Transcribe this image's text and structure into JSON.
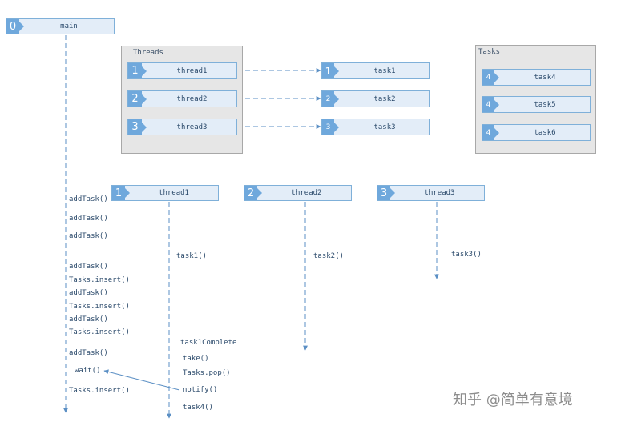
{
  "main": {
    "num": "0",
    "label": "main"
  },
  "threads_group": {
    "title": "Threads",
    "items": [
      {
        "num": "1",
        "label": "thread1"
      },
      {
        "num": "2",
        "label": "thread2"
      },
      {
        "num": "3",
        "label": "thread3"
      }
    ]
  },
  "assigned_tasks": [
    {
      "num": "1",
      "label": "task1"
    },
    {
      "num": "2",
      "label": "task2"
    },
    {
      "num": "3",
      "label": "task3"
    }
  ],
  "tasks_group": {
    "title": "Tasks",
    "items": [
      {
        "num": "4",
        "label": "task4"
      },
      {
        "num": "4",
        "label": "task5"
      },
      {
        "num": "4",
        "label": "task6"
      }
    ]
  },
  "lifelines": [
    {
      "num": "1",
      "label": "thread1"
    },
    {
      "num": "2",
      "label": "thread2"
    },
    {
      "num": "3",
      "label": "thread3"
    }
  ],
  "main_calls": [
    "addTask()",
    "addTask()",
    "addTask()",
    "addTask()",
    "Tasks.insert()",
    "addTask()",
    "Tasks.insert()",
    "addTask()",
    "Tasks.insert()",
    "addTask()",
    "wait()",
    "Tasks.insert()"
  ],
  "thread1_calls": [
    "task1()",
    "task1Complete",
    "take()",
    "Tasks.pop()",
    "notify()",
    "task4()"
  ],
  "thread2_calls": [
    "task2()"
  ],
  "thread3_calls": [
    "task3()"
  ],
  "watermark": "知乎 @简单有意境"
}
